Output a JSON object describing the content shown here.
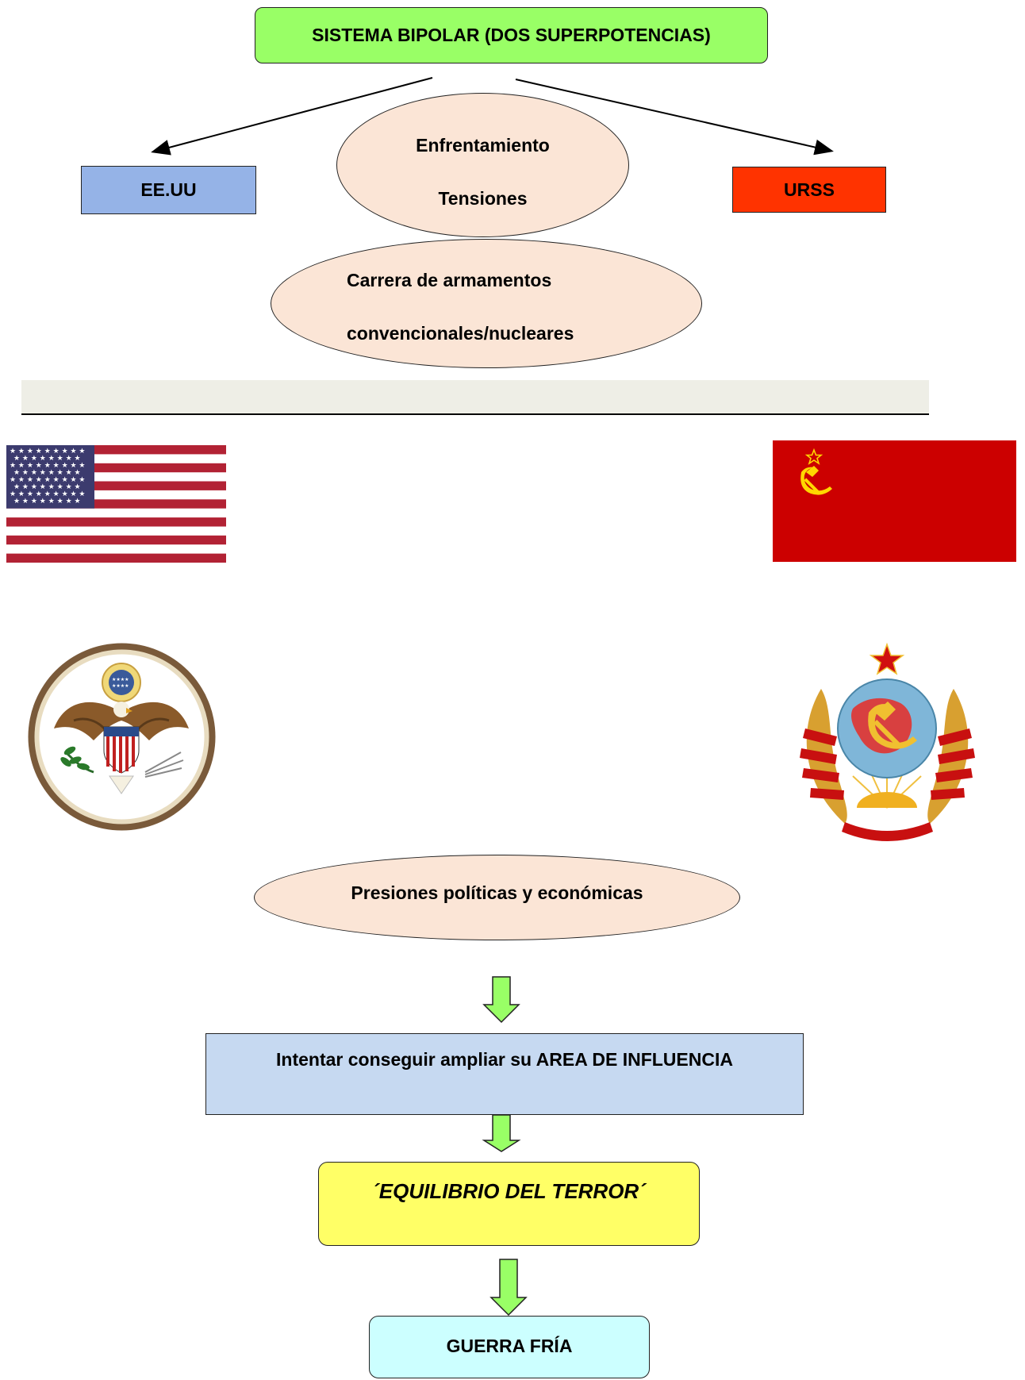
{
  "diagram": {
    "title": "SISTEMA BIPOLAR (DOS SUPERPOTENCIAS)",
    "left_power": "EE.UU",
    "right_power": "URSS",
    "conflict_line1": "Enfrentamiento",
    "conflict_line2": "Tensiones",
    "arms_line1": "Carrera de armamentos",
    "arms_line2": "convencionales/nucleares",
    "pressures": "Presiones políticas y económicas",
    "influence": "Intentar conseguir ampliar su AREA DE INFLUENCIA",
    "balance": "´EQUILIBRIO DEL TERROR´",
    "result": "GUERRA FRÍA"
  },
  "icons": {
    "left_flag": "usa-flag-icon",
    "right_flag": "ussr-flag-icon",
    "left_seal": "usa-great-seal-icon",
    "right_seal": "ussr-emblem-icon"
  },
  "colors": {
    "title_fill": "#99ff66",
    "left_fill": "#95b3e7",
    "right_fill": "#ff3300",
    "ellipse_fill": "#fbe5d6",
    "influence_fill": "#c6d9f1",
    "balance_fill": "#ffff66",
    "result_fill": "#ccffff",
    "arrow_fill": "#99ff66",
    "band_fill": "#eeeee6"
  }
}
